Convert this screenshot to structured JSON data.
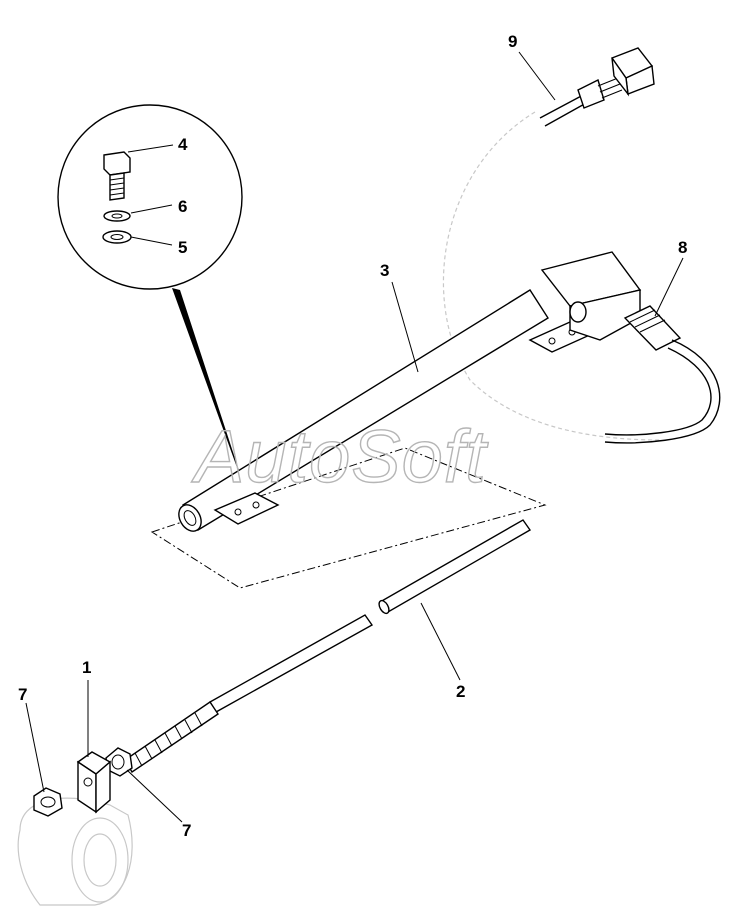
{
  "watermark": "AutoSoft",
  "callouts": [
    {
      "id": "callout-1",
      "label": "1"
    },
    {
      "id": "callout-2",
      "label": "2"
    },
    {
      "id": "callout-3",
      "label": "3"
    },
    {
      "id": "callout-4",
      "label": "4"
    },
    {
      "id": "callout-5",
      "label": "5"
    },
    {
      "id": "callout-6",
      "label": "6"
    },
    {
      "id": "callout-7-left",
      "label": "7"
    },
    {
      "id": "callout-7-bottom",
      "label": "7"
    },
    {
      "id": "callout-8",
      "label": "8"
    },
    {
      "id": "callout-9",
      "label": "9"
    }
  ]
}
